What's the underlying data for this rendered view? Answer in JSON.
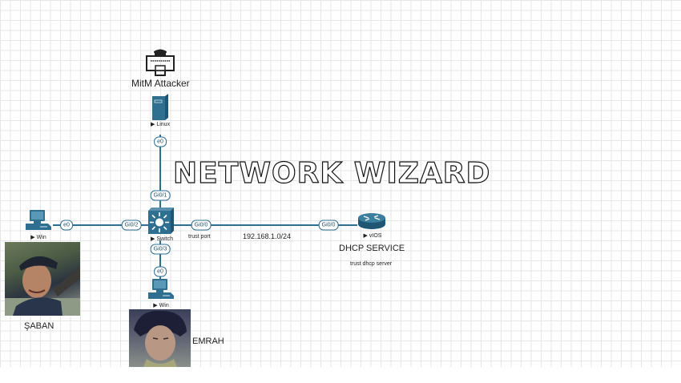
{
  "title": "NETWORK WIZARD",
  "colors": {
    "link": "#2d6e93",
    "device": "#2f6f8f",
    "grid": "#e6e6e6"
  },
  "nodes": {
    "attacker": {
      "caption": "MitM Attacker",
      "type_label": "Linux",
      "icon": "hacker-monitor-icon",
      "server_icon": "server-icon",
      "port": "e0"
    },
    "switch": {
      "type_label": "Switch",
      "icon": "switch-icon",
      "ports": {
        "up": "Gi0/1",
        "left": "Gi0/2",
        "right": "Gi0/0",
        "down": "Gi0/3"
      },
      "right_port_note": "trust port"
    },
    "win_left": {
      "type_label": "Win",
      "icon": "pc-icon",
      "port": "e0",
      "person": "ŞABAN"
    },
    "win_bottom": {
      "type_label": "Win",
      "icon": "pc-icon",
      "port": "e0",
      "person": "EMRAH"
    },
    "router": {
      "type_label": "vIOS",
      "icon": "router-icon",
      "port": "Gi0/0",
      "caption": "DHCP SERVICE",
      "note": "trust dhcp server"
    }
  },
  "network_label": "192.168.1.0/24"
}
